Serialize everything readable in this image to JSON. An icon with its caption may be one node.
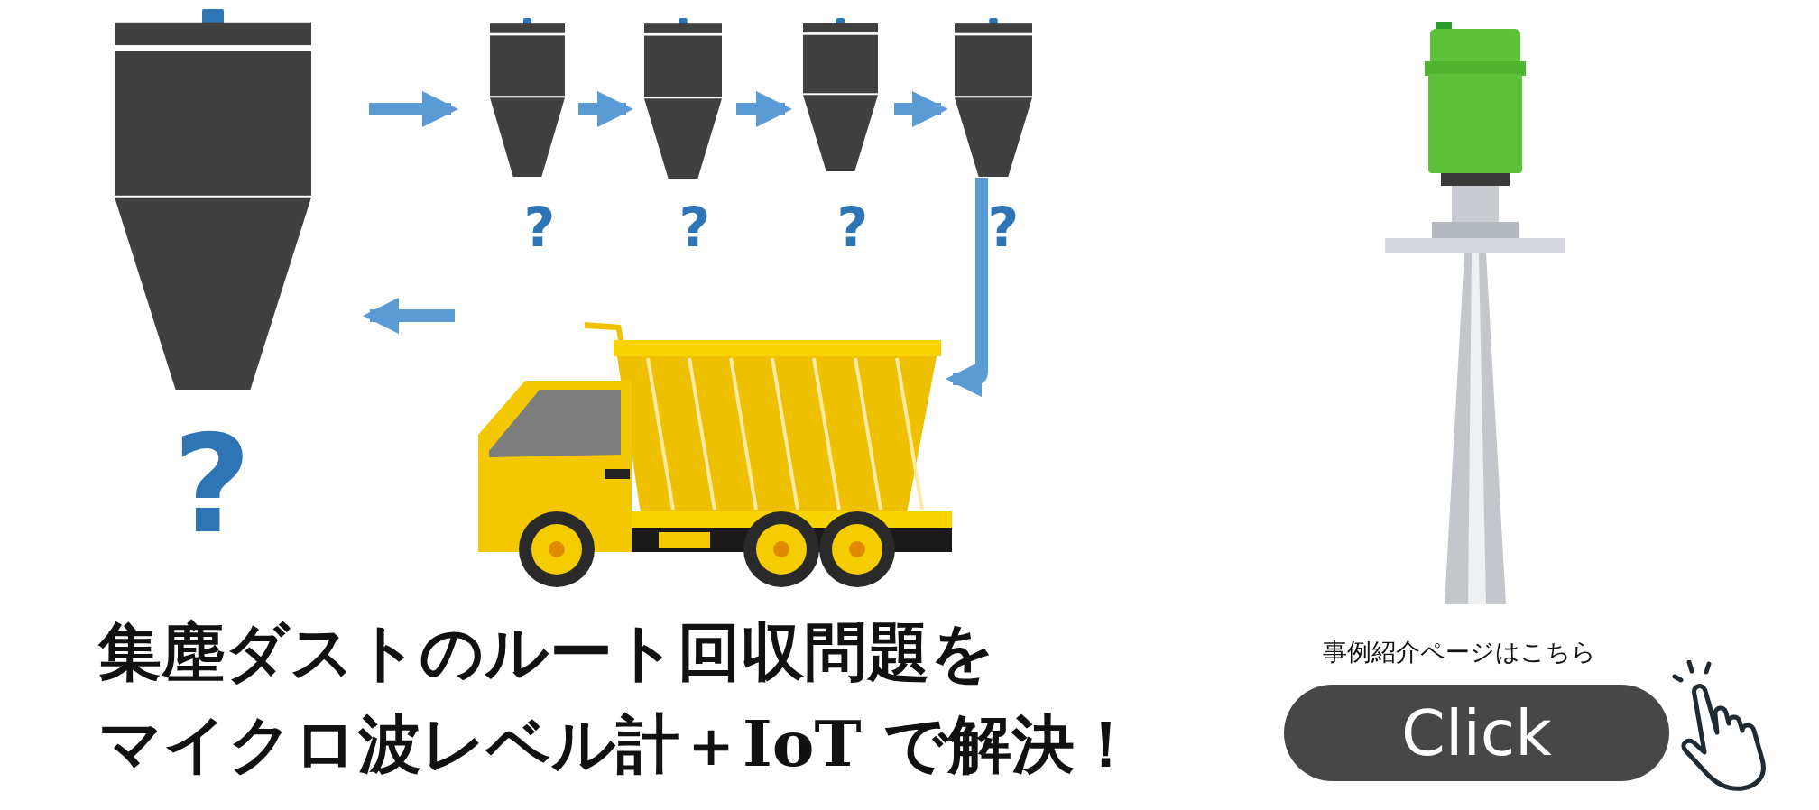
{
  "diagram": {
    "nodes": [
      {
        "text": [],
        "shape": "silo"
      },
      {
        "text": [],
        "shape": "silo"
      },
      {
        "text": [],
        "shape": "silo"
      },
      {
        "text": [],
        "shape": "silo"
      },
      {
        "text": [],
        "shape": "silo"
      },
      {
        "text": [],
        "shape": "truck"
      }
    ],
    "edges": [
      {
        "from": 0,
        "to": 1,
        "arrow": "to"
      },
      {
        "from": 1,
        "to": 2,
        "arrow": "to"
      },
      {
        "from": 2,
        "to": 3,
        "arrow": "to"
      },
      {
        "from": 3,
        "to": 4,
        "arrow": "to"
      },
      {
        "from": 4,
        "to": 5,
        "arrow": "to"
      },
      {
        "from": 5,
        "to": 0,
        "arrow": "to"
      }
    ],
    "labels": [
      "?",
      "?",
      "?",
      "?",
      "?",
      "集塵ダストのルート回収問題を",
      "マイクロ波レベル計＋IoT で解決！",
      "事例紹介ページはこちら",
      "Click"
    ]
  }
}
